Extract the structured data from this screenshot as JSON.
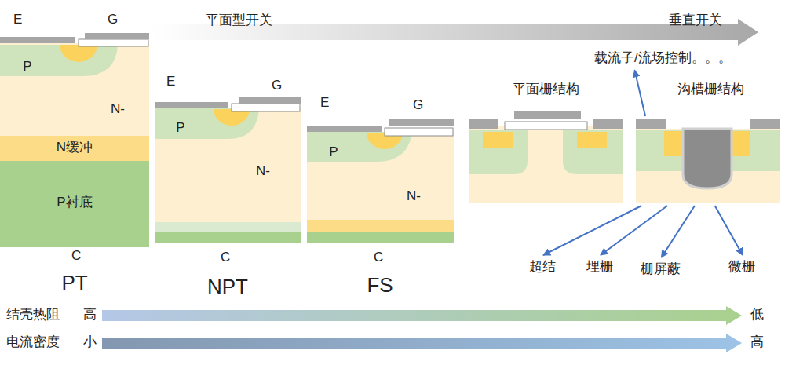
{
  "diagram": {
    "nodes": [
      {
        "text": [
          "PT"
        ]
      },
      {
        "text": [
          "P"
        ],
        "in": 0
      },
      {
        "text": [
          "N-"
        ],
        "in": 0
      },
      {
        "text": [
          "N缓冲"
        ],
        "in": 0
      },
      {
        "text": [
          "P衬底"
        ],
        "in": 0
      },
      {
        "text": [
          "NPT"
        ]
      },
      {
        "text": [
          "P"
        ],
        "in": 5
      },
      {
        "text": [
          "N-"
        ],
        "in": 5
      },
      {
        "text": [
          "FS"
        ]
      },
      {
        "text": [
          "P"
        ],
        "in": 8
      },
      {
        "text": [
          "N-"
        ],
        "in": 8
      },
      {
        "text": [
          "平面栅结构"
        ]
      },
      {
        "text": [
          "沟槽栅结构"
        ]
      },
      {
        "text": [
          "载流子/流场控制。。。"
        ]
      },
      {
        "text": [
          "超结"
        ]
      },
      {
        "text": [
          "埋栅"
        ]
      },
      {
        "text": [
          "栅屏蔽"
        ]
      },
      {
        "text": [
          "微栅"
        ]
      }
    ],
    "edges": [
      {
        "from": 12,
        "to": 13,
        "arrow": "to"
      },
      {
        "from": 12,
        "to": 14,
        "arrow": "to"
      },
      {
        "from": 12,
        "to": 15,
        "arrow": "to"
      },
      {
        "from": 12,
        "to": 16,
        "arrow": "to"
      },
      {
        "from": 12,
        "to": 17,
        "arrow": "to"
      }
    ],
    "labels": [
      "平面型开关",
      "垂直开关",
      "E",
      "G",
      "C",
      "E",
      "G",
      "C",
      "E",
      "G",
      "C",
      "结壳热阻",
      "高",
      "低",
      "电流密度",
      "小",
      "高"
    ]
  }
}
